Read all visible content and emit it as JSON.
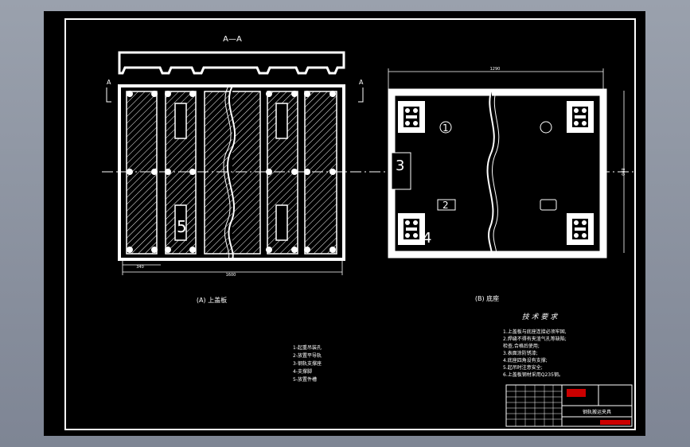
{
  "section_label": "A—A",
  "section_mark_left": "A",
  "section_mark_right": "A",
  "view_a": {
    "caption": "(A) 上盖板",
    "dim_bottom": "1600",
    "dim_small": "340",
    "labels": [
      "5"
    ]
  },
  "view_b": {
    "caption": "(B) 底座",
    "dim_top": "1290",
    "dim_right": "890",
    "labels": [
      "1",
      "2",
      "3",
      "4"
    ]
  },
  "legend": [
    "1-起重吊装孔",
    "2-放置平导轨",
    "3-钢轨支撑座",
    "4-支撑脚",
    "5-放置件槽"
  ],
  "tech_title": "技 术 要 求",
  "tech_requirements": [
    "1.上盖板与底座连接必须牢固,",
    "2.焊缝不得有夹渣气孔等缺陷;",
    "  检查,合格后使用;",
    "3.表面涂防锈漆;",
    "4.底座四角设有支撑;",
    "5.起吊时注意安全;",
    "6.上盖板钢材采用Q235钢。"
  ],
  "title_block": {
    "drawing_name": "钢轨搬运夹具",
    "school": "",
    "red_tag": ""
  },
  "colors": {
    "background": "#000000",
    "line": "#ffffff",
    "accent_red": "#cc0000"
  }
}
